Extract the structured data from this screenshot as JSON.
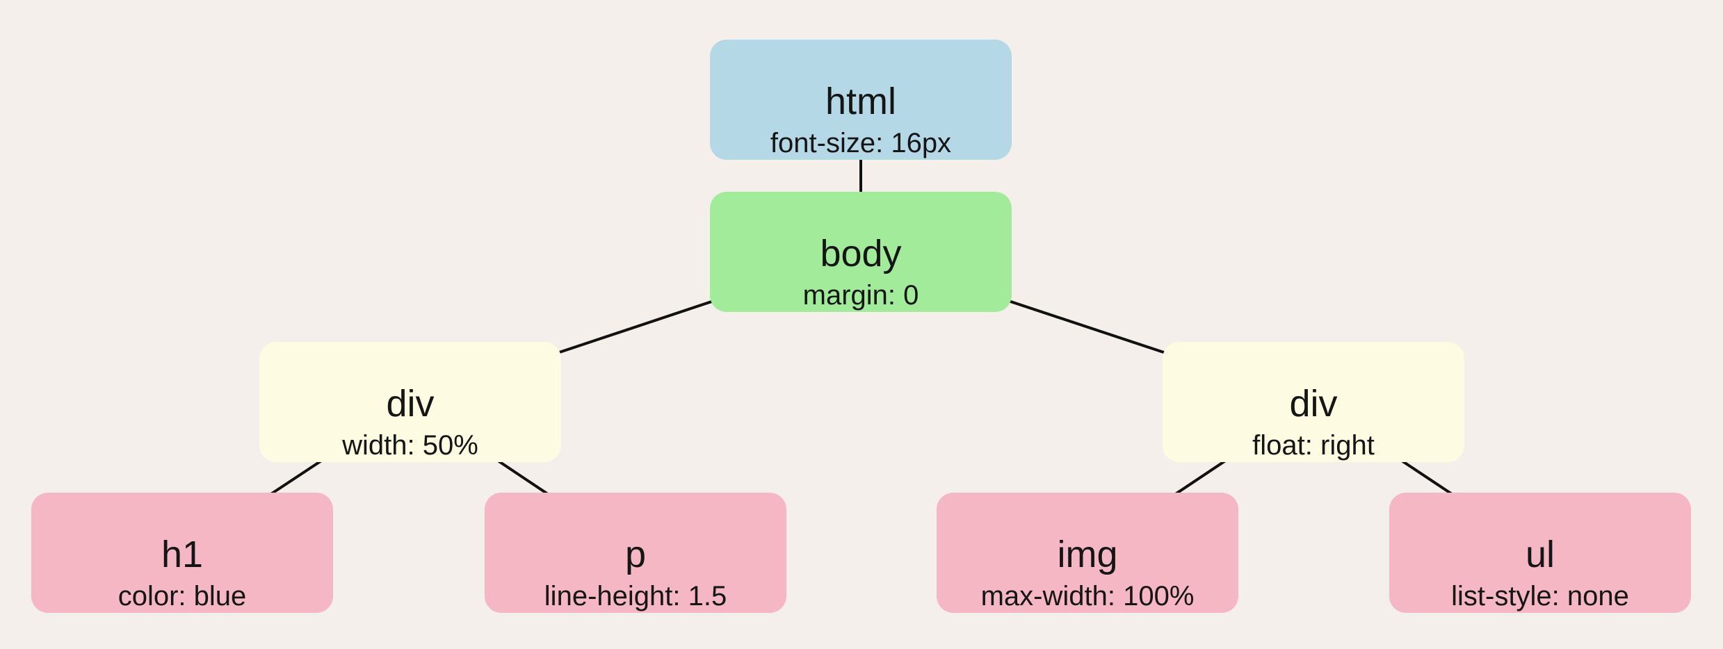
{
  "canvas": {
    "background_color": "#f4efea",
    "edge_color": "#111111",
    "text_color": "#151515"
  },
  "nodes": [
    {
      "id": "html",
      "tag": "html",
      "style": "font-size: 16px",
      "color": "#b4d8e5"
    },
    {
      "id": "body",
      "tag": "body",
      "style": "margin: 0",
      "color": "#a2eb9b"
    },
    {
      "id": "div-left",
      "tag": "div",
      "style": "width: 50%",
      "color": "#fdfce2"
    },
    {
      "id": "div-right",
      "tag": "div",
      "style": "float: right",
      "color": "#fdfce2"
    },
    {
      "id": "h1",
      "tag": "h1",
      "style": "color: blue",
      "color": "#f5b7c4"
    },
    {
      "id": "p",
      "tag": "p",
      "style": "line-height: 1.5",
      "color": "#f5b7c4"
    },
    {
      "id": "img",
      "tag": "img",
      "style": "max-width: 100%",
      "color": "#f5b7c4"
    },
    {
      "id": "ul",
      "tag": "ul",
      "style": "list-style: none",
      "color": "#f5b7c4"
    }
  ],
  "edges": [
    [
      "html",
      "body"
    ],
    [
      "body",
      "div-left"
    ],
    [
      "body",
      "div-right"
    ],
    [
      "div-left",
      "h1"
    ],
    [
      "div-left",
      "p"
    ],
    [
      "div-right",
      "img"
    ],
    [
      "div-right",
      "ul"
    ]
  ]
}
